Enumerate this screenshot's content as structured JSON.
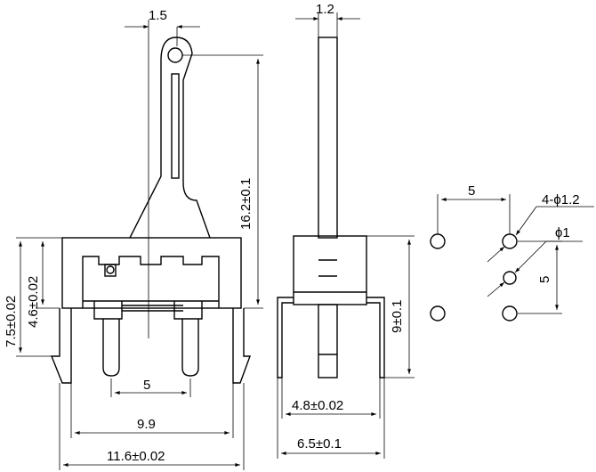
{
  "dimensions": {
    "front_lever_width": "1.5",
    "side_lever_width": "1.2",
    "lever_height": "16.2±0.1",
    "body_height_total": "7.5±0.02",
    "body_height_inner": "4.6±0.02",
    "pin_spacing_front": "5",
    "pin_span": "9.9",
    "body_width": "11.6±0.02",
    "side_height": "9±0.1",
    "side_inner_width": "4.8±0.02",
    "side_width": "6.5±0.1",
    "hole_spacing_h": "5",
    "hole_spacing_v": "5",
    "hole_dia_large": "4-ϕ1.2",
    "hole_dia_small": "ϕ1"
  }
}
